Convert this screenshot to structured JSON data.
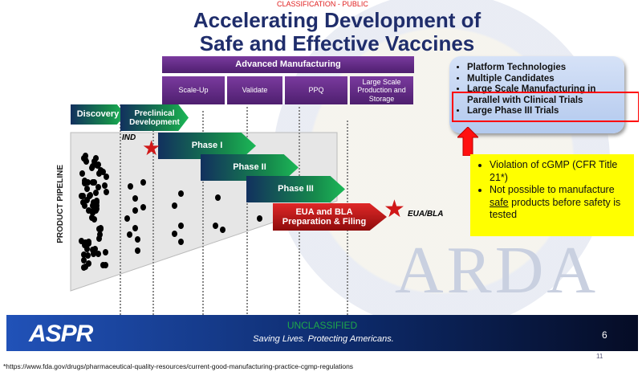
{
  "classification": "CLASSIFICATION - PUBLIC",
  "title_line1": "Accelerating Development of",
  "title_line2": "Safe and Effective Vaccines",
  "manufacturing": {
    "header": "Advanced Manufacturing",
    "steps": [
      "Scale-Up",
      "Validate",
      "PPQ",
      "Large Scale Production and Storage"
    ]
  },
  "pipeline": {
    "axis_label": "PRODUCT PIPELINE",
    "stages": [
      "Discovery",
      "Preclinical Development",
      "Phase I",
      "Phase II",
      "Phase III",
      "EUA and BLA Preparation & Filing"
    ],
    "milestones": [
      "IND",
      "EUA/BLA"
    ]
  },
  "watermark": "ARDA",
  "blue_box": {
    "items": [
      "Platform Technologies",
      "Multiple Candidates",
      "Large Scale Manufacturing in Parallel with Clinical Trials",
      "Large Phase III Trials"
    ]
  },
  "yellow_box": {
    "item1": "Violation of cGMP (CFR Title 21*)",
    "item2_pre": "Not possible to manufacture ",
    "item2_u": "safe",
    "item2_post": " products before safety is tested"
  },
  "footer": {
    "logo": "ASPR",
    "classification": "UNCLASSIFIED",
    "tagline": "Saving Lives.  Protecting Americans.",
    "slide_number": "6"
  },
  "page_number": "11",
  "footnote": "*https://www.fda.gov/drugs/pharmaceutical-quality-resources/current-good-manufacturing-practice-cgmp-regulations",
  "colors": {
    "title": "#1f2d6b",
    "highlight": "#ff0000",
    "note_bg": "#ffff00",
    "unclassified": "#1fa84a"
  }
}
